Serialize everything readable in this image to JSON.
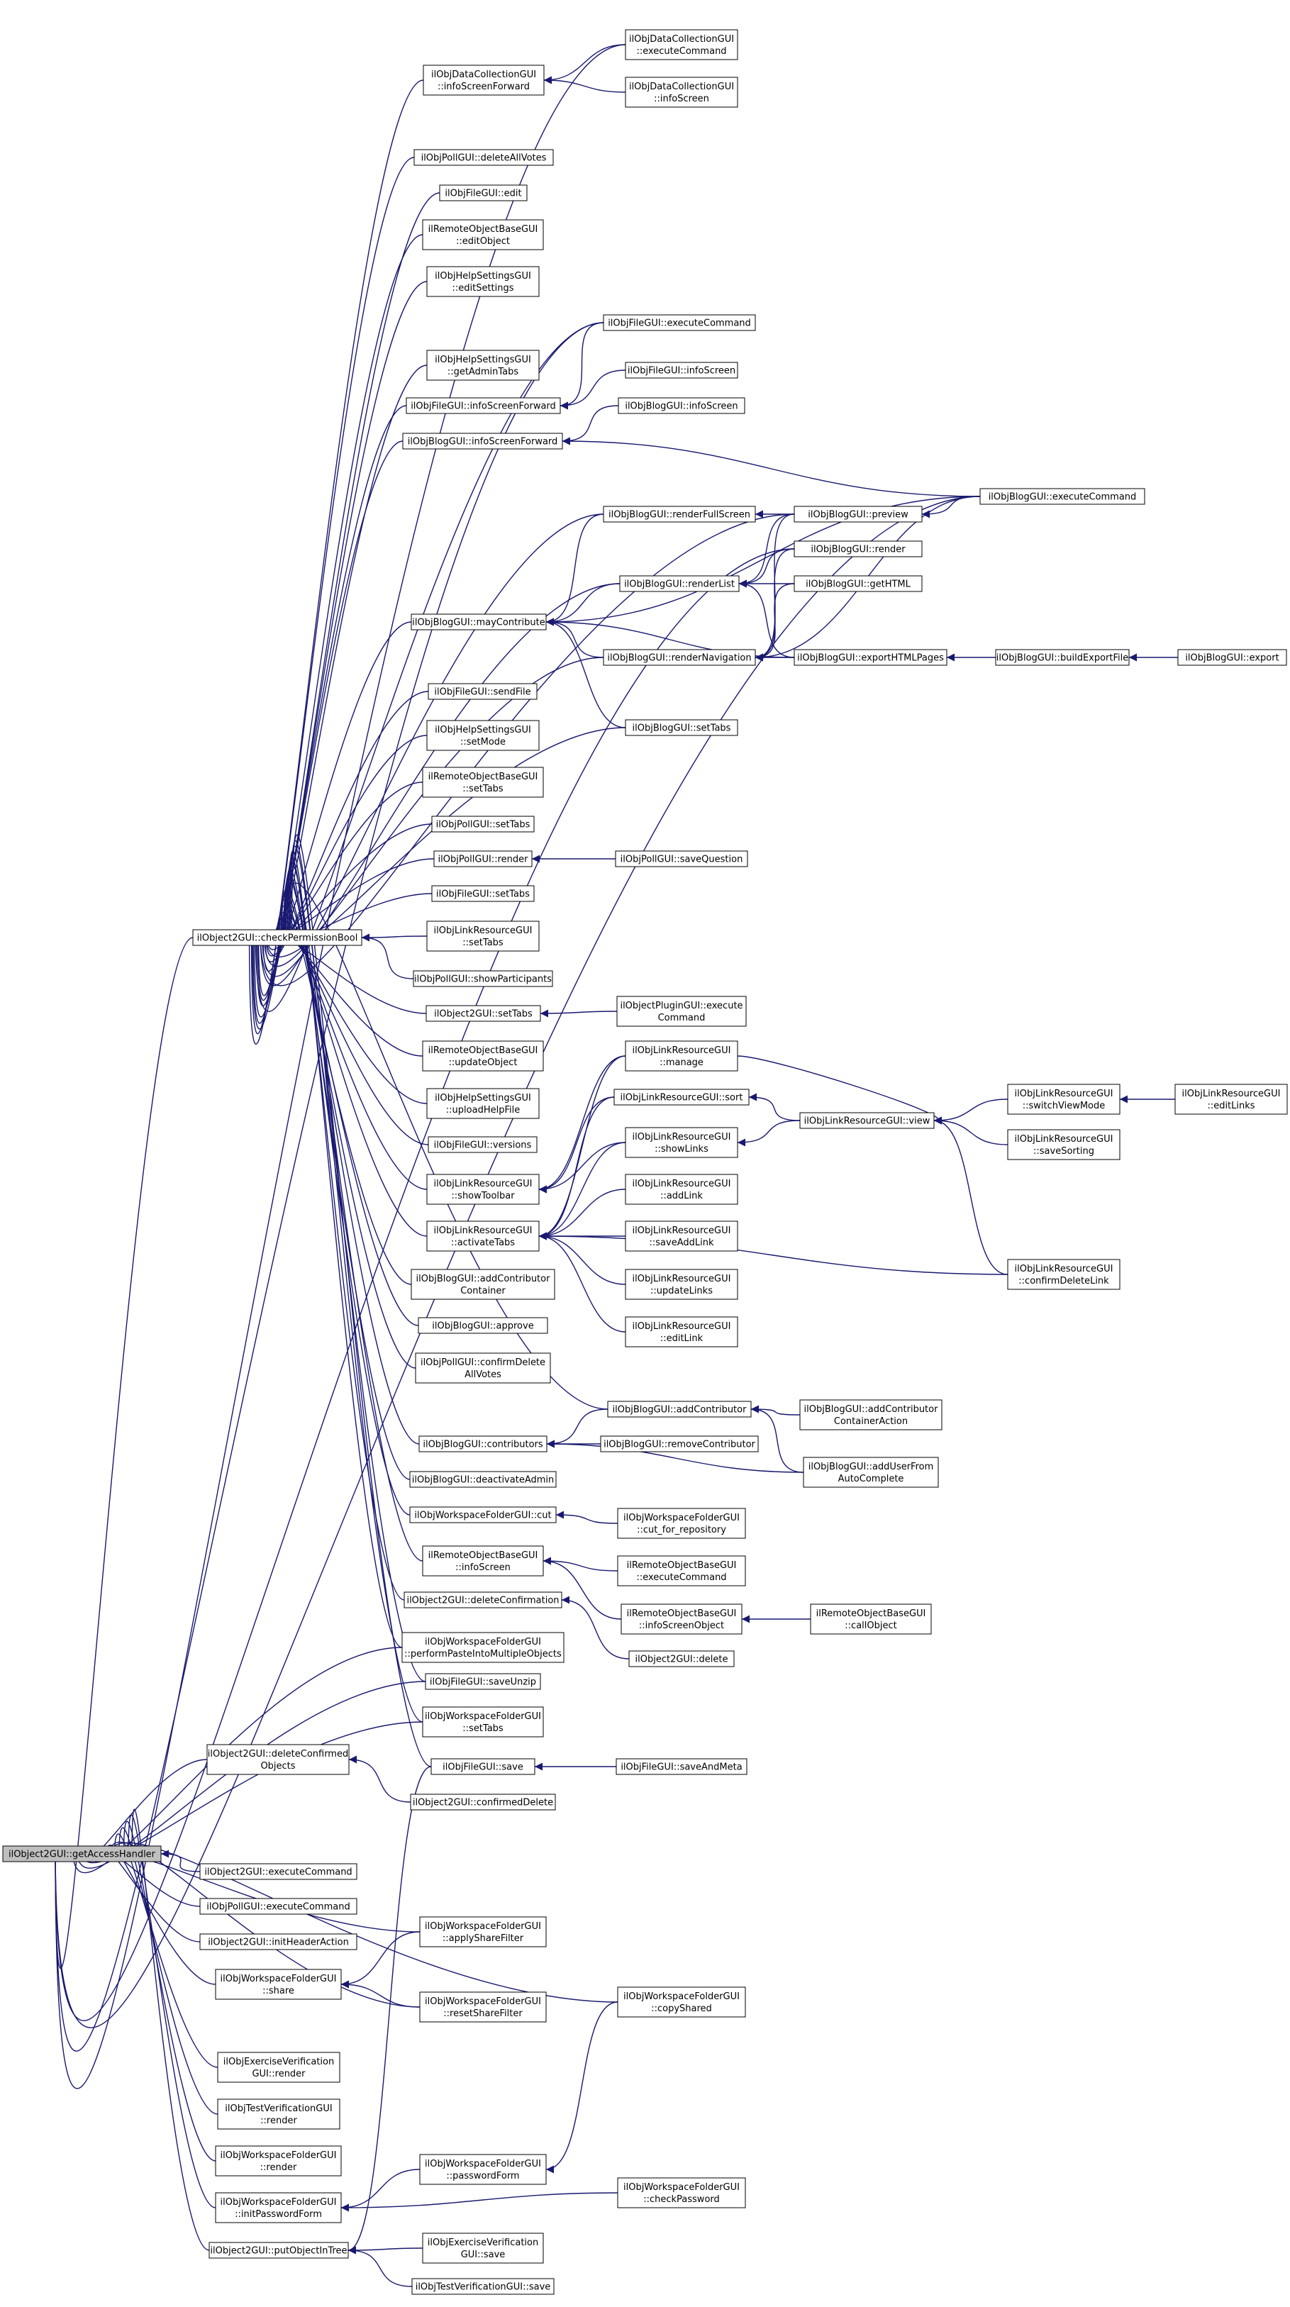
{
  "graph_title": "",
  "colors": {
    "edge": "#191970",
    "node_border": "#000000",
    "root_fill": "#bfbfbf",
    "node_fill": "#ffffff"
  },
  "nodes": [
    {
      "id": "root",
      "lines": [
        "ilObject2GUI::getAccessHandler"
      ],
      "root": true
    },
    {
      "id": "cpb",
      "lines": [
        "ilObject2GUI::checkPermissionBool"
      ]
    },
    {
      "id": "dcISF",
      "lines": [
        "ilObjDataCollectionGUI",
        "::infoScreenForward"
      ]
    },
    {
      "id": "dcExec",
      "lines": [
        "ilObjDataCollectionGUI",
        "::executeCommand"
      ]
    },
    {
      "id": "dcInfo",
      "lines": [
        "ilObjDataCollectionGUI",
        "::infoScreen"
      ]
    },
    {
      "id": "pollDAV",
      "lines": [
        "ilObjPollGUI::deleteAllVotes"
      ]
    },
    {
      "id": "fileEdit",
      "lines": [
        "ilObjFileGUI::edit"
      ]
    },
    {
      "id": "roEdit",
      "lines": [
        "ilRemoteObjectBaseGUI",
        "::editObject"
      ]
    },
    {
      "id": "hsEdit",
      "lines": [
        "ilObjHelpSettingsGUI",
        "::editSettings"
      ]
    },
    {
      "id": "fileExec",
      "lines": [
        "ilObjFileGUI::executeCommand"
      ]
    },
    {
      "id": "hsAdmin",
      "lines": [
        "ilObjHelpSettingsGUI",
        "::getAdminTabs"
      ]
    },
    {
      "id": "fileISF",
      "lines": [
        "ilObjFileGUI::infoScreenForward"
      ]
    },
    {
      "id": "fileInfo",
      "lines": [
        "ilObjFileGUI::infoScreen"
      ]
    },
    {
      "id": "blogISF",
      "lines": [
        "ilObjBlogGUI::infoScreenForward"
      ]
    },
    {
      "id": "blogInfo",
      "lines": [
        "ilObjBlogGUI::infoScreen"
      ]
    },
    {
      "id": "blogExec",
      "lines": [
        "ilObjBlogGUI::executeCommand"
      ]
    },
    {
      "id": "blogRFS",
      "lines": [
        "ilObjBlogGUI::renderFullScreen"
      ]
    },
    {
      "id": "blogPrev",
      "lines": [
        "ilObjBlogGUI::preview"
      ]
    },
    {
      "id": "blogRender",
      "lines": [
        "ilObjBlogGUI::render"
      ]
    },
    {
      "id": "blogRL",
      "lines": [
        "ilObjBlogGUI::renderList"
      ]
    },
    {
      "id": "blogGH",
      "lines": [
        "ilObjBlogGUI::getHTML"
      ]
    },
    {
      "id": "blogMC",
      "lines": [
        "ilObjBlogGUI::mayContribute"
      ]
    },
    {
      "id": "blogRN",
      "lines": [
        "ilObjBlogGUI::renderNavigation"
      ]
    },
    {
      "id": "blogEHP",
      "lines": [
        "ilObjBlogGUI::exportHTMLPages"
      ]
    },
    {
      "id": "blogBEF",
      "lines": [
        "ilObjBlogGUI::buildExportFile"
      ]
    },
    {
      "id": "blogExp",
      "lines": [
        "ilObjBlogGUI::export"
      ]
    },
    {
      "id": "fileSend",
      "lines": [
        "ilObjFileGUI::sendFile"
      ]
    },
    {
      "id": "blogST",
      "lines": [
        "ilObjBlogGUI::setTabs"
      ]
    },
    {
      "id": "hsSM",
      "lines": [
        "ilObjHelpSettingsGUI",
        "::setMode"
      ]
    },
    {
      "id": "roST",
      "lines": [
        "ilRemoteObjectBaseGUI",
        "::setTabs"
      ]
    },
    {
      "id": "pollST",
      "lines": [
        "ilObjPollGUI::setTabs"
      ]
    },
    {
      "id": "pollRender",
      "lines": [
        "ilObjPollGUI::render"
      ]
    },
    {
      "id": "pollSQ",
      "lines": [
        "ilObjPollGUI::saveQuestion"
      ]
    },
    {
      "id": "fileST",
      "lines": [
        "ilObjFileGUI::setTabs"
      ]
    },
    {
      "id": "lrST",
      "lines": [
        "ilObjLinkResourceGUI",
        "::setTabs"
      ]
    },
    {
      "id": "pollSP",
      "lines": [
        "ilObjPollGUI::showParticipants"
      ]
    },
    {
      "id": "o2ST",
      "lines": [
        "ilObject2GUI::setTabs"
      ]
    },
    {
      "id": "opExec",
      "lines": [
        "ilObjectPluginGUI::execute",
        "Command"
      ]
    },
    {
      "id": "roUpd",
      "lines": [
        "ilRemoteObjectBaseGUI",
        "::updateObject"
      ]
    },
    {
      "id": "lrManage",
      "lines": [
        "ilObjLinkResourceGUI",
        "::manage"
      ]
    },
    {
      "id": "hsUHF",
      "lines": [
        "ilObjHelpSettingsGUI",
        "::uploadHelpFile"
      ]
    },
    {
      "id": "lrSort",
      "lines": [
        "ilObjLinkResourceGUI::sort"
      ]
    },
    {
      "id": "lrView",
      "lines": [
        "ilObjLinkResourceGUI::view"
      ]
    },
    {
      "id": "lrSVM",
      "lines": [
        "ilObjLinkResourceGUI",
        "::switchViewMode"
      ]
    },
    {
      "id": "lrEL",
      "lines": [
        "ilObjLinkResourceGUI",
        "::editLinks"
      ]
    },
    {
      "id": "fileVer",
      "lines": [
        "ilObjFileGUI::versions"
      ]
    },
    {
      "id": "lrShowLinks",
      "lines": [
        "ilObjLinkResourceGUI",
        "::showLinks"
      ]
    },
    {
      "id": "lrSS",
      "lines": [
        "ilObjLinkResourceGUI",
        "::saveSorting"
      ]
    },
    {
      "id": "lrSTb",
      "lines": [
        "ilObjLinkResourceGUI",
        "::showToolbar"
      ]
    },
    {
      "id": "lrAL",
      "lines": [
        "ilObjLinkResourceGUI",
        "::addLink"
      ]
    },
    {
      "id": "lrAT",
      "lines": [
        "ilObjLinkResourceGUI",
        "::activateTabs"
      ]
    },
    {
      "id": "lrSAL",
      "lines": [
        "ilObjLinkResourceGUI",
        "::saveAddLink"
      ]
    },
    {
      "id": "lrCDL",
      "lines": [
        "ilObjLinkResourceGUI",
        "::confirmDeleteLink"
      ]
    },
    {
      "id": "blogACC",
      "lines": [
        "ilObjBlogGUI::addContributor",
        "Container"
      ]
    },
    {
      "id": "lrUL",
      "lines": [
        "ilObjLinkResourceGUI",
        "::updateLinks"
      ]
    },
    {
      "id": "blogApprove",
      "lines": [
        "ilObjBlogGUI::approve"
      ]
    },
    {
      "id": "lrEdL",
      "lines": [
        "ilObjLinkResourceGUI",
        "::editLink"
      ]
    },
    {
      "id": "pollCDAV",
      "lines": [
        "ilObjPollGUI::confirmDelete",
        "AllVotes"
      ]
    },
    {
      "id": "blogAC",
      "lines": [
        "ilObjBlogGUI::addContributor"
      ]
    },
    {
      "id": "blogACCA",
      "lines": [
        "ilObjBlogGUI::addContributor",
        "ContainerAction"
      ]
    },
    {
      "id": "blogContrib",
      "lines": [
        "ilObjBlogGUI::contributors"
      ]
    },
    {
      "id": "blogRC",
      "lines": [
        "ilObjBlogGUI::removeContributor"
      ]
    },
    {
      "id": "blogAUFAC",
      "lines": [
        "ilObjBlogGUI::addUserFrom",
        "AutoComplete"
      ]
    },
    {
      "id": "blogDA",
      "lines": [
        "ilObjBlogGUI::deactivateAdmin"
      ]
    },
    {
      "id": "wfCut",
      "lines": [
        "ilObjWorkspaceFolderGUI::cut"
      ]
    },
    {
      "id": "wfCFR",
      "lines": [
        "ilObjWorkspaceFolderGUI",
        "::cut_for_repository"
      ]
    },
    {
      "id": "roIS",
      "lines": [
        "ilRemoteObjectBaseGUI",
        "::infoScreen"
      ]
    },
    {
      "id": "roExec",
      "lines": [
        "ilRemoteObjectBaseGUI",
        "::executeCommand"
      ]
    },
    {
      "id": "o2DC",
      "lines": [
        "ilObject2GUI::deleteConfirmation"
      ]
    },
    {
      "id": "roISO",
      "lines": [
        "ilRemoteObjectBaseGUI",
        "::infoScreenObject"
      ]
    },
    {
      "id": "roCO",
      "lines": [
        "ilRemoteObjectBaseGUI",
        "::callObject"
      ]
    },
    {
      "id": "wfPIMO",
      "lines": [
        "ilObjWorkspaceFolderGUI",
        "::performPasteIntoMultipleObjects"
      ]
    },
    {
      "id": "o2Del",
      "lines": [
        "ilObject2GUI::delete"
      ]
    },
    {
      "id": "fileSU",
      "lines": [
        "ilObjFileGUI::saveUnzip"
      ]
    },
    {
      "id": "wfST",
      "lines": [
        "ilObjWorkspaceFolderGUI",
        "::setTabs"
      ]
    },
    {
      "id": "o2DCO",
      "lines": [
        "ilObject2GUI::deleteConfirmed",
        "Objects"
      ]
    },
    {
      "id": "fileSave",
      "lines": [
        "ilObjFileGUI::save"
      ]
    },
    {
      "id": "fileSAM",
      "lines": [
        "ilObjFileGUI::saveAndMeta"
      ]
    },
    {
      "id": "o2CD",
      "lines": [
        "ilObject2GUI::confirmedDelete"
      ]
    },
    {
      "id": "o2Exec",
      "lines": [
        "ilObject2GUI::executeCommand"
      ]
    },
    {
      "id": "pollExec",
      "lines": [
        "ilObjPollGUI::executeCommand"
      ]
    },
    {
      "id": "o2IHA",
      "lines": [
        "ilObject2GUI::initHeaderAction"
      ]
    },
    {
      "id": "wfASF",
      "lines": [
        "ilObjWorkspaceFolderGUI",
        "::applyShareFilter"
      ]
    },
    {
      "id": "wfShare",
      "lines": [
        "ilObjWorkspaceFolderGUI",
        "::share"
      ]
    },
    {
      "id": "wfCS",
      "lines": [
        "ilObjWorkspaceFolderGUI",
        "::copyShared"
      ]
    },
    {
      "id": "wfRSF",
      "lines": [
        "ilObjWorkspaceFolderGUI",
        "::resetShareFilter"
      ]
    },
    {
      "id": "evRender",
      "lines": [
        "ilObjExerciseVerification",
        "GUI::render"
      ]
    },
    {
      "id": "tvRender",
      "lines": [
        "ilObjTestVerificationGUI",
        "::render"
      ]
    },
    {
      "id": "wfRender",
      "lines": [
        "ilObjWorkspaceFolderGUI",
        "::render"
      ]
    },
    {
      "id": "wfPF",
      "lines": [
        "ilObjWorkspaceFolderGUI",
        "::passwordForm"
      ]
    },
    {
      "id": "wfIPF",
      "lines": [
        "ilObjWorkspaceFolderGUI",
        "::initPasswordForm"
      ]
    },
    {
      "id": "wfCP",
      "lines": [
        "ilObjWorkspaceFolderGUI",
        "::checkPassword"
      ]
    },
    {
      "id": "o2POIT",
      "lines": [
        "ilObject2GUI::putObjectInTree"
      ]
    },
    {
      "id": "evSave",
      "lines": [
        "ilObjExerciseVerification",
        "GUI::save"
      ]
    },
    {
      "id": "tvSave",
      "lines": [
        "ilObjTestVerificationGUI::save"
      ]
    }
  ],
  "edges": [
    [
      "cpb",
      "root"
    ],
    [
      "dcExec",
      "root"
    ],
    [
      "fileExec",
      "root"
    ],
    [
      "blogExec",
      "root"
    ],
    [
      "blogRender",
      "root"
    ],
    [
      "o2DCO",
      "root"
    ],
    [
      "o2Exec",
      "root"
    ],
    [
      "pollExec",
      "root"
    ],
    [
      "o2IHA",
      "root"
    ],
    [
      "wfASF",
      "root"
    ],
    [
      "wfShare",
      "root"
    ],
    [
      "wfCS",
      "root"
    ],
    [
      "wfRSF",
      "root"
    ],
    [
      "evRender",
      "root"
    ],
    [
      "tvRender",
      "root"
    ],
    [
      "wfRender",
      "root"
    ],
    [
      "wfIPF",
      "root"
    ],
    [
      "o2POIT",
      "root"
    ],
    [
      "wfPIMO",
      "root"
    ],
    [
      "fileSU",
      "root"
    ],
    [
      "wfST",
      "root"
    ],
    [
      "dcISF",
      "cpb"
    ],
    [
      "pollDAV",
      "cpb"
    ],
    [
      "fileEdit",
      "cpb"
    ],
    [
      "roEdit",
      "cpb"
    ],
    [
      "hsEdit",
      "cpb"
    ],
    [
      "fileExec",
      "cpb"
    ],
    [
      "hsAdmin",
      "cpb"
    ],
    [
      "fileISF",
      "cpb"
    ],
    [
      "blogISF",
      "cpb"
    ],
    [
      "blogRFS",
      "cpb"
    ],
    [
      "blogPrev",
      "cpb"
    ],
    [
      "blogRL",
      "cpb"
    ],
    [
      "blogMC",
      "cpb"
    ],
    [
      "blogRN",
      "cpb"
    ],
    [
      "fileSend",
      "cpb"
    ],
    [
      "blogST",
      "cpb"
    ],
    [
      "hsSM",
      "cpb"
    ],
    [
      "roST",
      "cpb"
    ],
    [
      "pollST",
      "cpb"
    ],
    [
      "pollRender",
      "cpb"
    ],
    [
      "fileST",
      "cpb"
    ],
    [
      "lrST",
      "cpb"
    ],
    [
      "pollSP",
      "cpb"
    ],
    [
      "o2ST",
      "cpb"
    ],
    [
      "roUpd",
      "cpb"
    ],
    [
      "hsUHF",
      "cpb"
    ],
    [
      "fileVer",
      "cpb"
    ],
    [
      "lrSTb",
      "cpb"
    ],
    [
      "lrAT",
      "cpb"
    ],
    [
      "blogACC",
      "cpb"
    ],
    [
      "blogApprove",
      "cpb"
    ],
    [
      "pollCDAV",
      "cpb"
    ],
    [
      "blogAC",
      "cpb"
    ],
    [
      "blogContrib",
      "cpb"
    ],
    [
      "blogDA",
      "cpb"
    ],
    [
      "wfCut",
      "cpb"
    ],
    [
      "roIS",
      "cpb"
    ],
    [
      "o2DC",
      "cpb"
    ],
    [
      "wfPIMO",
      "cpb"
    ],
    [
      "fileSU",
      "cpb"
    ],
    [
      "wfST",
      "cpb"
    ],
    [
      "fileSave",
      "cpb"
    ],
    [
      "dcExec",
      "dcISF"
    ],
    [
      "dcInfo",
      "dcISF"
    ],
    [
      "fileExec",
      "fileISF"
    ],
    [
      "fileInfo",
      "fileISF"
    ],
    [
      "blogInfo",
      "blogISF"
    ],
    [
      "blogExec",
      "blogISF"
    ],
    [
      "blogPrev",
      "blogRFS"
    ],
    [
      "blogExec",
      "blogPrev"
    ],
    [
      "blogPrev",
      "blogRL"
    ],
    [
      "blogRender",
      "blogRL"
    ],
    [
      "blogGH",
      "blogRL"
    ],
    [
      "blogEHP",
      "blogRL"
    ],
    [
      "blogRFS",
      "blogMC"
    ],
    [
      "blogRL",
      "blogMC"
    ],
    [
      "blogRN",
      "blogMC"
    ],
    [
      "blogST",
      "blogMC"
    ],
    [
      "blogEHP",
      "blogMC"
    ],
    [
      "blogExec",
      "blogMC"
    ],
    [
      "blogPrev",
      "blogRN"
    ],
    [
      "blogRender",
      "blogRN"
    ],
    [
      "blogGH",
      "blogRN"
    ],
    [
      "blogEHP",
      "blogRN"
    ],
    [
      "blogExec",
      "blogRN"
    ],
    [
      "blogBEF",
      "blogEHP"
    ],
    [
      "blogExp",
      "blogBEF"
    ],
    [
      "pollSQ",
      "pollRender"
    ],
    [
      "opExec",
      "o2ST"
    ],
    [
      "lrSVM",
      "lrView"
    ],
    [
      "lrSS",
      "lrView"
    ],
    [
      "lrCDL",
      "lrView"
    ],
    [
      "lrEL",
      "lrSVM"
    ],
    [
      "lrView",
      "lrSort"
    ],
    [
      "lrView",
      "lrShowLinks"
    ],
    [
      "lrManage",
      "lrView"
    ],
    [
      "lrManage",
      "lrSTb"
    ],
    [
      "lrSort",
      "lrSTb"
    ],
    [
      "lrShowLinks",
      "lrSTb"
    ],
    [
      "lrManage",
      "lrAT"
    ],
    [
      "lrSort",
      "lrAT"
    ],
    [
      "lrShowLinks",
      "lrAT"
    ],
    [
      "lrAL",
      "lrAT"
    ],
    [
      "lrSAL",
      "lrAT"
    ],
    [
      "lrUL",
      "lrAT"
    ],
    [
      "lrEdL",
      "lrAT"
    ],
    [
      "lrCDL",
      "lrAT"
    ],
    [
      "blogACCA",
      "blogAC"
    ],
    [
      "blogAUFAC",
      "blogAC"
    ],
    [
      "blogAC",
      "blogContrib"
    ],
    [
      "blogRC",
      "blogContrib"
    ],
    [
      "blogAUFAC",
      "blogContrib"
    ],
    [
      "wfCFR",
      "wfCut"
    ],
    [
      "roExec",
      "roIS"
    ],
    [
      "roISO",
      "roIS"
    ],
    [
      "roCO",
      "roISO"
    ],
    [
      "o2Del",
      "o2DC"
    ],
    [
      "o2CD",
      "o2DCO"
    ],
    [
      "fileSAM",
      "fileSave"
    ],
    [
      "wfASF",
      "wfShare"
    ],
    [
      "wfRSF",
      "wfShare"
    ],
    [
      "wfCS",
      "wfPF"
    ],
    [
      "wfPF",
      "wfIPF"
    ],
    [
      "wfCP",
      "wfIPF"
    ],
    [
      "evSave",
      "o2POIT"
    ],
    [
      "tvSave",
      "o2POIT"
    ],
    [
      "fileSave",
      "o2POIT"
    ]
  ]
}
